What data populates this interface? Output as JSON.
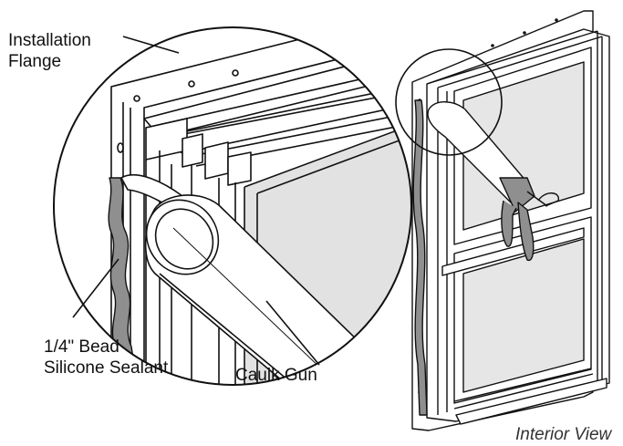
{
  "labels": {
    "flange_line1": "Installation",
    "flange_line2": "Flange",
    "bead_line1": "1/4\" Bead",
    "bead_line2": "Silicone Sealant",
    "caulk_gun": "Caulk Gun",
    "interior_view": "Interior View"
  }
}
